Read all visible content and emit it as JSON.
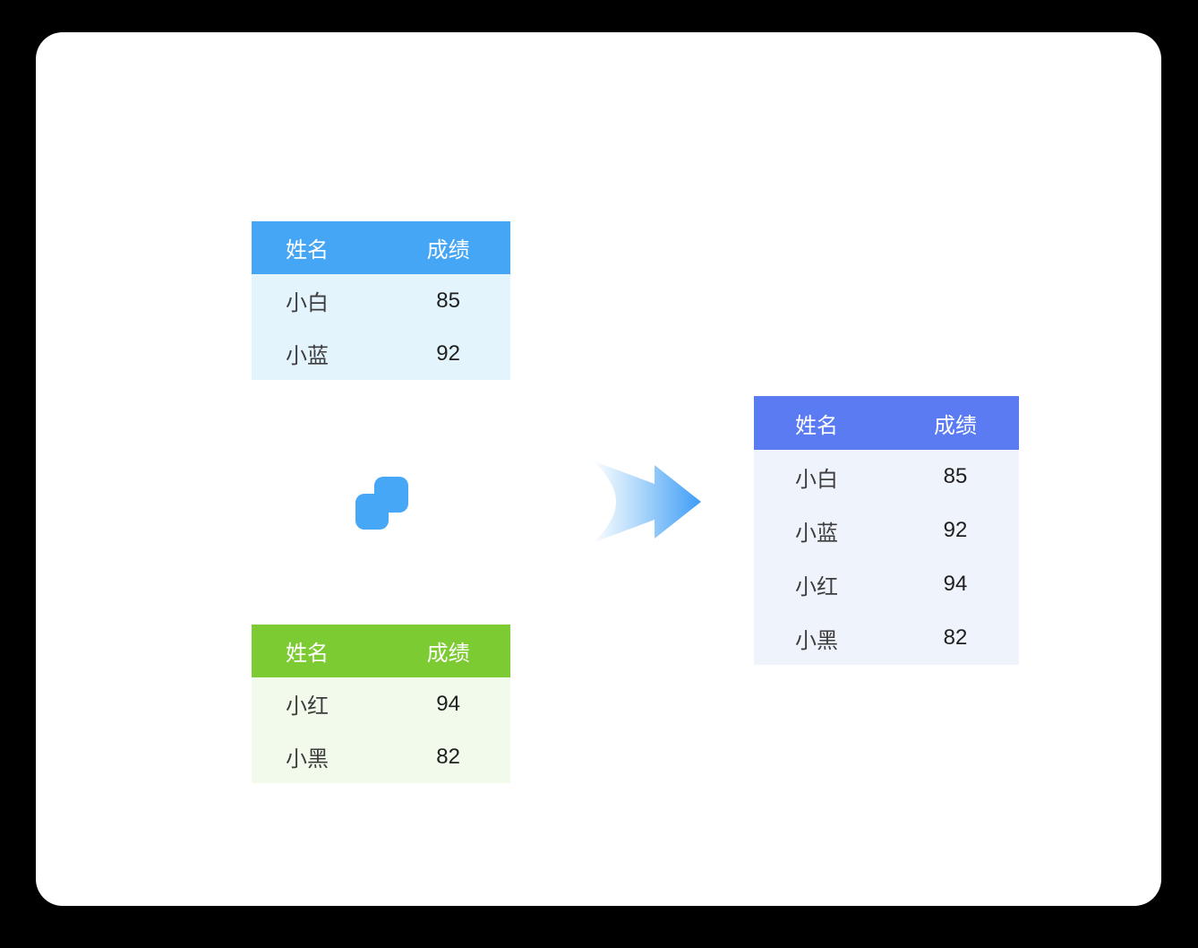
{
  "page": {
    "background_color": "#000000",
    "card_background_color": "#ffffff"
  },
  "diagram": {
    "description_type": "table-merge-illustration"
  },
  "tables": {
    "source_a": {
      "header_color": "#45a6f6",
      "body_color": "#e3f4fd",
      "columns": [
        "姓名",
        "成绩"
      ],
      "rows": [
        {
          "name": "小白",
          "score": "85"
        },
        {
          "name": "小蓝",
          "score": "92"
        }
      ]
    },
    "source_b": {
      "header_color": "#7dcb32",
      "body_color": "#f2fbeb",
      "columns": [
        "姓名",
        "成绩"
      ],
      "rows": [
        {
          "name": "小红",
          "score": "94"
        },
        {
          "name": "小黑",
          "score": "82"
        }
      ]
    },
    "result": {
      "header_color": "#5a7bf2",
      "body_color": "#eff3fc",
      "columns": [
        "姓名",
        "成绩"
      ],
      "rows": [
        {
          "name": "小白",
          "score": "85"
        },
        {
          "name": "小蓝",
          "score": "92"
        },
        {
          "name": "小红",
          "score": "94"
        },
        {
          "name": "小黑",
          "score": "82"
        }
      ]
    }
  },
  "icons": {
    "merge": {
      "name": "merge-squares-icon",
      "color": "#47a7f7"
    },
    "arrow": {
      "name": "arrow-right-icon",
      "gradient_start": "#fdfeff",
      "gradient_end": "#3e9df6"
    }
  }
}
